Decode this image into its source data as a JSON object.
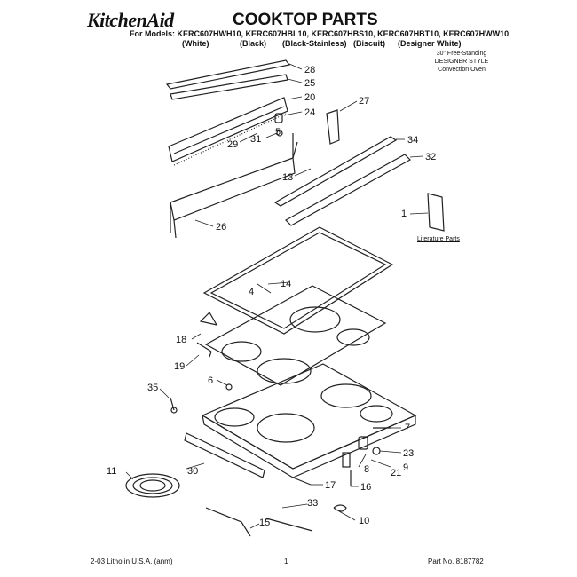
{
  "header": {
    "brand": "KitchenAid",
    "title": "COOKTOP PARTS",
    "models_line": "For Models: KERC607HWH10, KERC607HBL10, KERC607HBS10, KERC607HBT10, KERC607HWW10",
    "variants": [
      "(White)",
      "(Black)",
      "(Black-Stainless)",
      "(Biscuit)",
      "(Designer White)"
    ],
    "note": [
      "30\" Free-Standing",
      "DESIGNER STYLE",
      "Convection Oven"
    ]
  },
  "literature_label": "Literature Parts",
  "callouts": [
    "28",
    "25",
    "20",
    "24",
    "27",
    "29",
    "31",
    "5",
    "34",
    "32",
    "13",
    "26",
    "1",
    "14",
    "4",
    "18",
    "19",
    "6",
    "35",
    "7",
    "23",
    "9",
    "21",
    "8",
    "11",
    "30",
    "17",
    "16",
    "33",
    "10",
    "15"
  ],
  "footer": {
    "left": "2-03 Litho in U.S.A. (anm)",
    "page": "1",
    "part_no": "Part No. 8187782"
  }
}
